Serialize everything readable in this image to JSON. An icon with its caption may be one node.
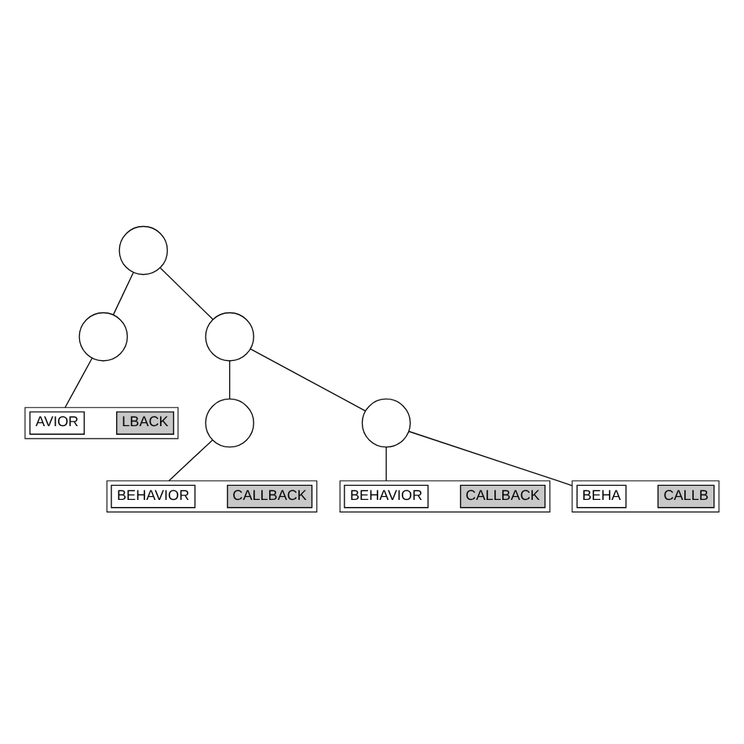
{
  "diagram": {
    "nodes": [
      {
        "text": [],
        "shape": "circle"
      },
      {
        "text": [],
        "shape": "circle"
      },
      {
        "text": [],
        "shape": "circle"
      },
      {
        "text": [],
        "shape": "box"
      },
      {
        "text": [
          "AVIOR"
        ],
        "in": 3
      },
      {
        "text": [
          "LBACK"
        ],
        "in": 3
      },
      {
        "text": [],
        "shape": "circle"
      },
      {
        "text": [],
        "shape": "circle"
      },
      {
        "text": [],
        "shape": "box"
      },
      {
        "text": [
          "BEHAVIOR"
        ],
        "in": 8
      },
      {
        "text": [
          "CALLBACK"
        ],
        "in": 8
      },
      {
        "text": [],
        "shape": "box"
      },
      {
        "text": [
          "BEHAVIOR"
        ],
        "in": 11
      },
      {
        "text": [
          "CALLBACK"
        ],
        "in": 11
      },
      {
        "text": [],
        "shape": "box"
      },
      {
        "text": [
          "BEHA"
        ],
        "in": 14
      },
      {
        "text": [
          "CALLB"
        ],
        "in": 14
      }
    ],
    "edges": [
      {
        "from": 0,
        "to": 1,
        "arrow": "none"
      },
      {
        "from": 0,
        "to": 2,
        "arrow": "none"
      },
      {
        "from": 1,
        "to": 3,
        "arrow": "none"
      },
      {
        "from": 2,
        "to": 6,
        "arrow": "none"
      },
      {
        "from": 2,
        "to": 7,
        "arrow": "none"
      },
      {
        "from": 6,
        "to": 8,
        "arrow": "none"
      },
      {
        "from": 7,
        "to": 11,
        "arrow": "none"
      },
      {
        "from": 7,
        "to": 14,
        "arrow": "none"
      }
    ]
  }
}
